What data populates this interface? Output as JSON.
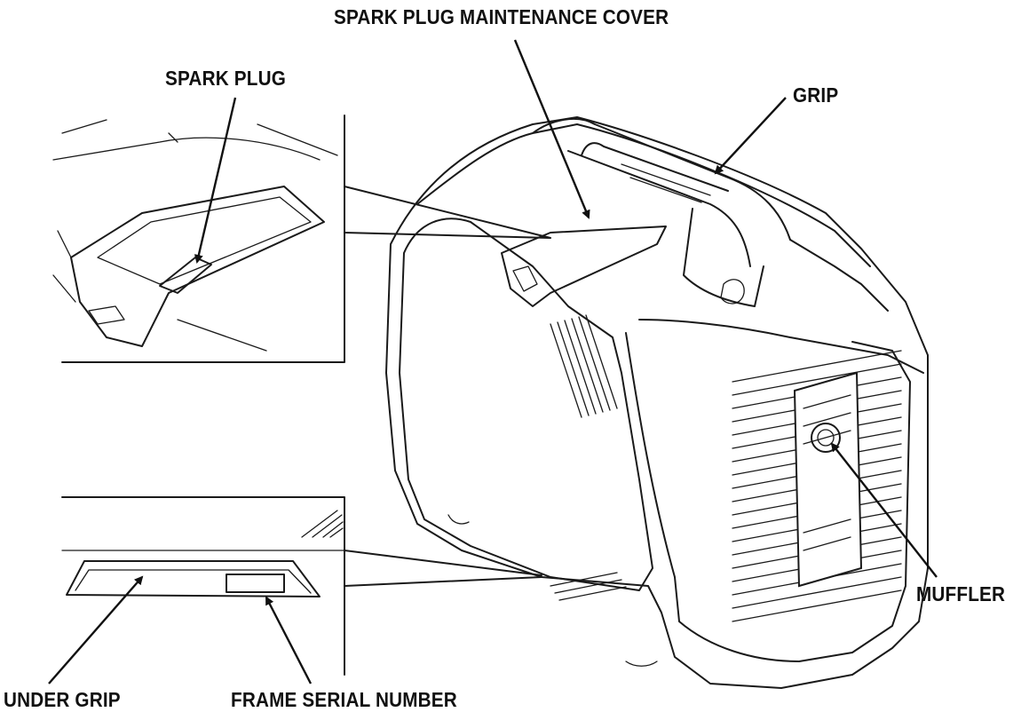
{
  "labels": {
    "spark_plug_maintenance_cover": "SPARK PLUG MAINTENANCE COVER",
    "spark_plug": "SPARK PLUG",
    "grip": "GRIP",
    "muffler": "MUFFLER",
    "under_grip": "UNDER GRIP",
    "frame_serial_number": "FRAME SERIAL NUMBER"
  },
  "colors": {
    "line": "#1a1a1a",
    "background": "#ffffff"
  }
}
